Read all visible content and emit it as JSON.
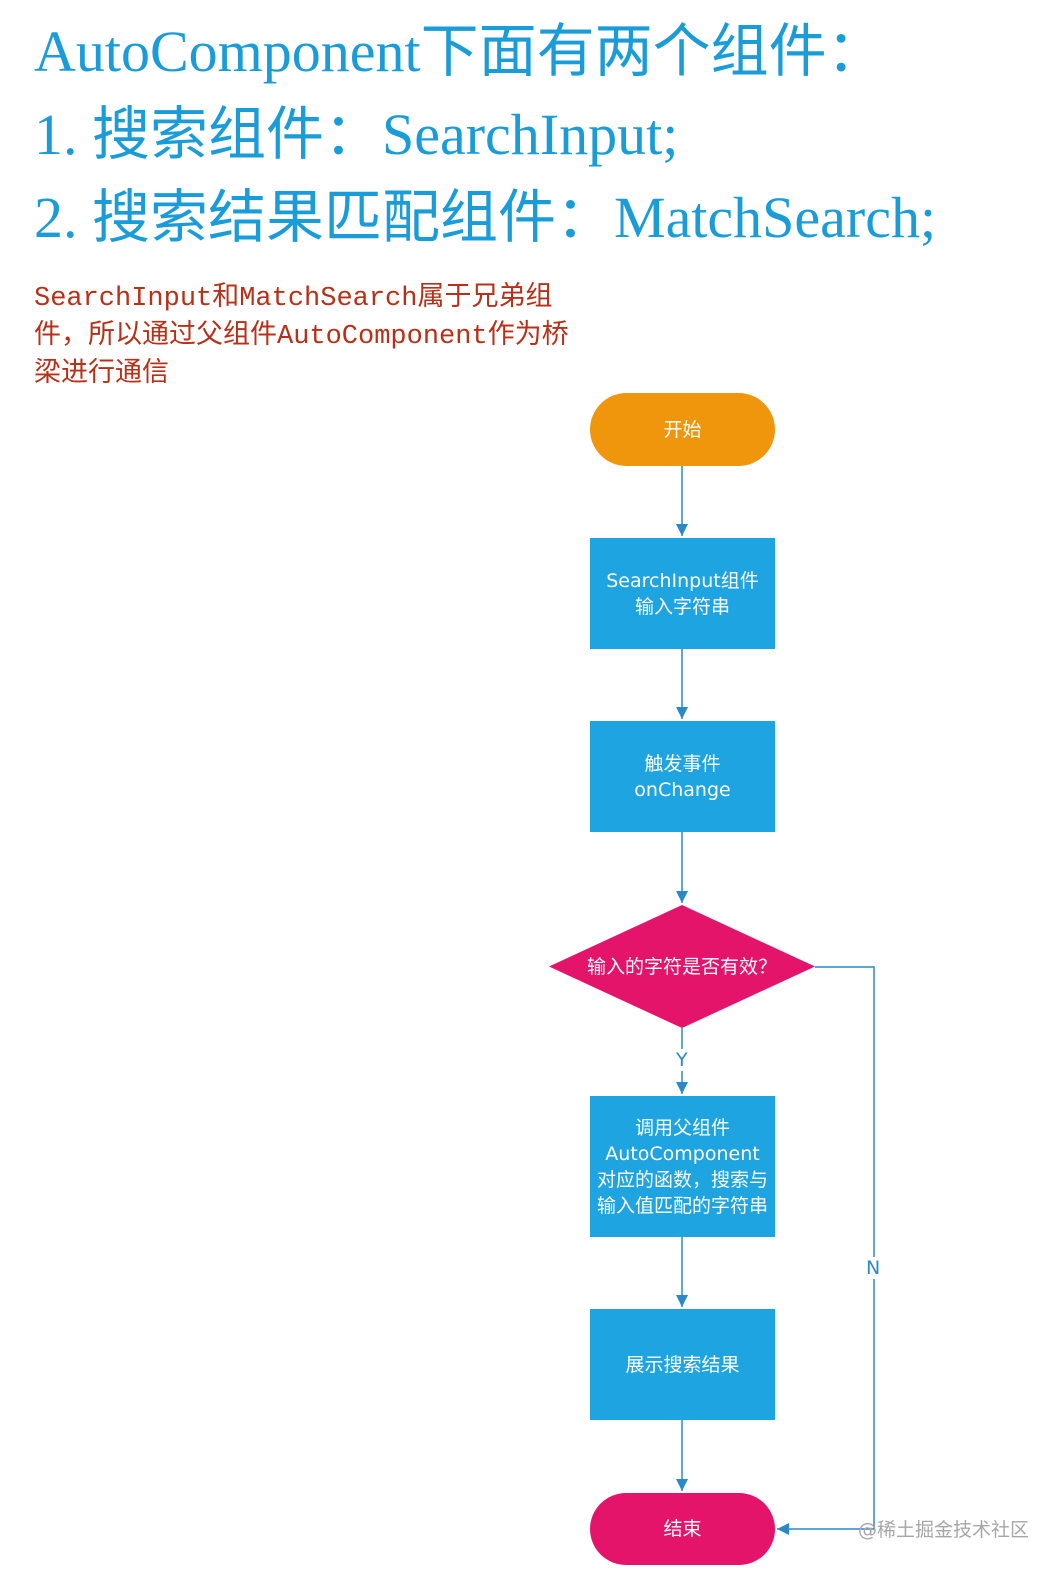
{
  "heading": {
    "line1": "AutoComponent下面有两个组件：",
    "line2": "1. 搜索组件：SearchInput;",
    "line3": "2. 搜索结果匹配组件：MatchSearch;"
  },
  "note": "SearchInput和MatchSearch属于兄弟组件，所以通过父组件AutoComponent作为桥梁进行通信",
  "flowchart": {
    "start": "开始",
    "step_input": "SearchInput组件输入字符串",
    "step_event": "触发事件onChange",
    "decision": "输入的字符是否有效？",
    "step_call": "调用父组件AutoComponent对应的函数，搜索与输入值匹配的字符串",
    "step_show": "展示搜索结果",
    "end": "结束",
    "label_yes": "Y",
    "label_no": "N"
  },
  "watermark": "@稀土掘金技术社区",
  "colors": {
    "heading": "#1a9cd8",
    "note": "#b83018",
    "terminal_start": "#ef960c",
    "terminal_end": "#e3146a",
    "process": "#1ea4e1",
    "decision": "#e3146a",
    "connector": "#2a89c9"
  }
}
